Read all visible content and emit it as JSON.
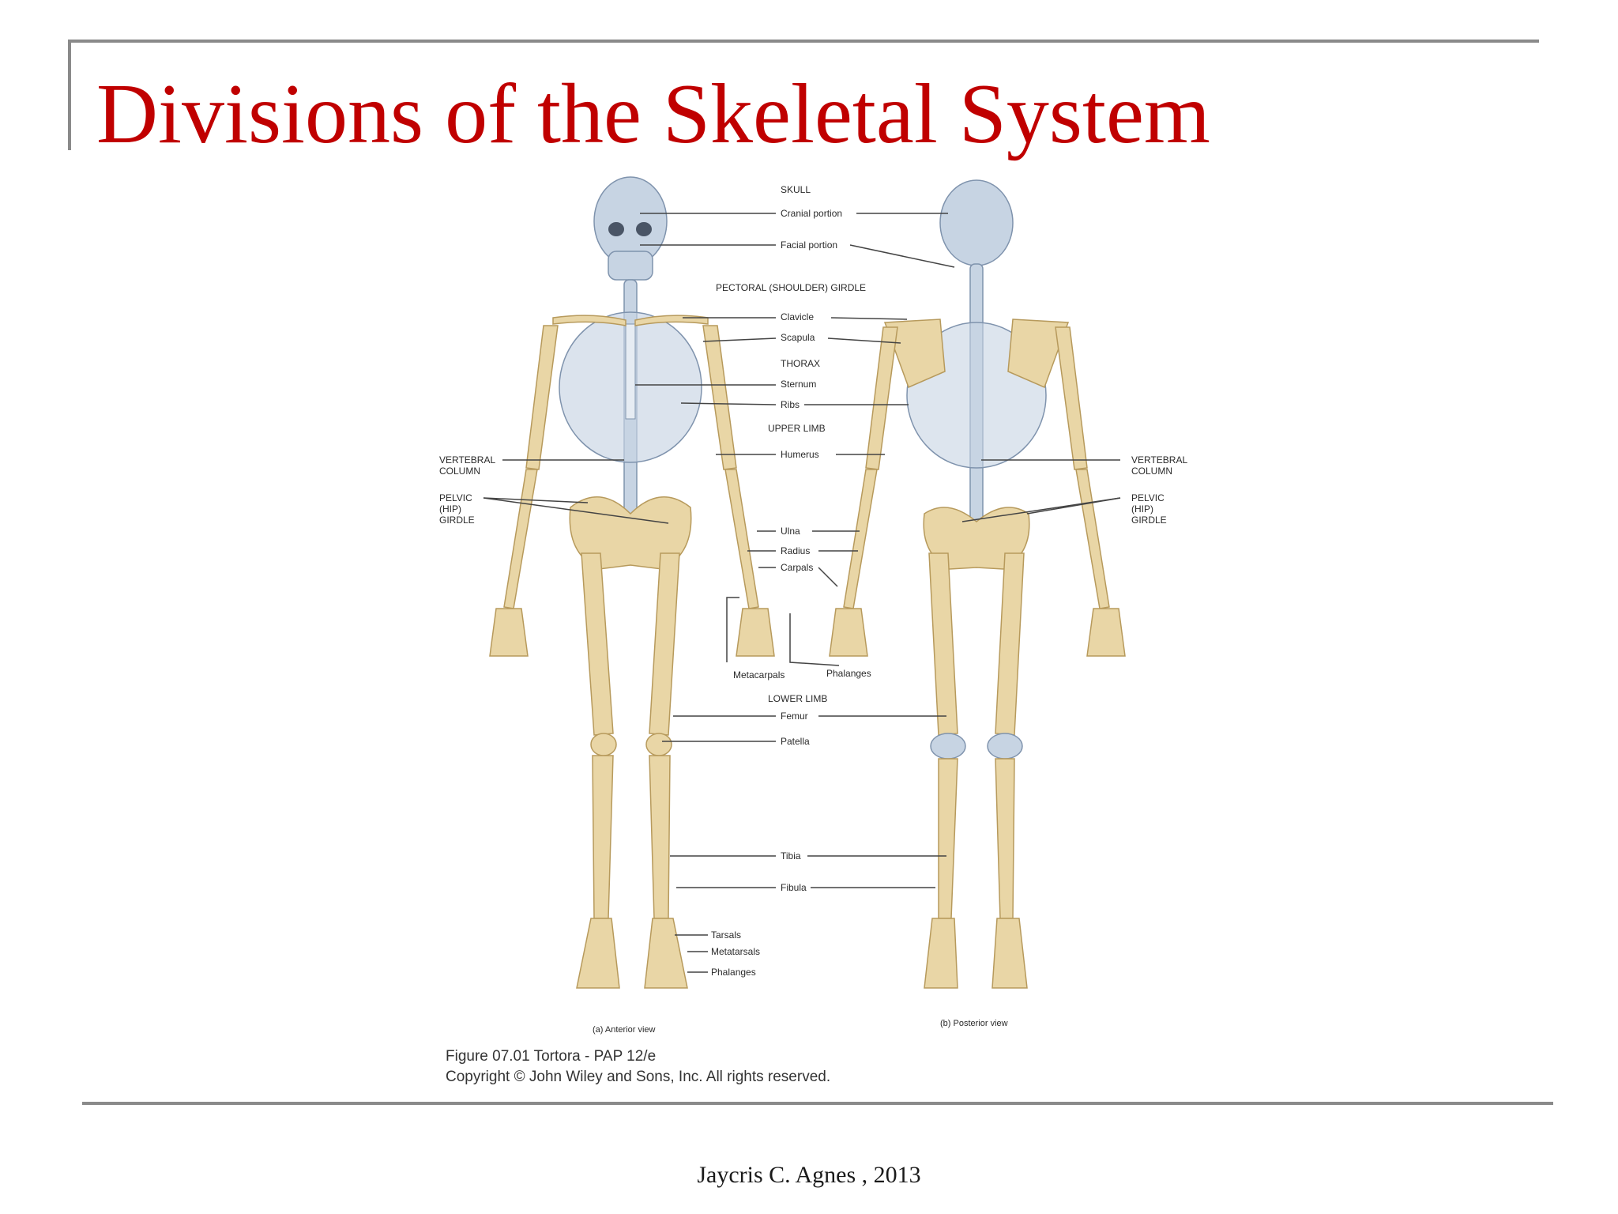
{
  "slide": {
    "title": "Divisions of the Skeletal System",
    "footer": "Jaycris C. Agnes , 2013"
  },
  "figure": {
    "labels": {
      "skull": "SKULL",
      "cranial": "Cranial portion",
      "facial": "Facial portion",
      "pectoral": "PECTORAL (SHOULDER) GIRDLE",
      "clavicle": "Clavicle",
      "scapula": "Scapula",
      "thorax": "THORAX",
      "sternum": "Sternum",
      "ribs": "Ribs",
      "upper_limb": "UPPER LIMB",
      "humerus": "Humerus",
      "ulna": "Ulna",
      "radius": "Radius",
      "carpals": "Carpals",
      "metacarpals": "Metacarpals",
      "phalanges_hand": "Phalanges",
      "lower_limb": "LOWER LIMB",
      "femur": "Femur",
      "patella": "Patella",
      "tibia": "Tibia",
      "fibula": "Fibula",
      "tarsals": "Tarsals",
      "metatarsals": "Metatarsals",
      "phalanges_foot": "Phalanges",
      "vertebral_left_1": "VERTEBRAL",
      "vertebral_left_2": "COLUMN",
      "pelvic_left_1": "PELVIC",
      "pelvic_left_2": "(HIP)",
      "pelvic_left_3": "GIRDLE",
      "vertebral_right_1": "VERTEBRAL",
      "vertebral_right_2": "COLUMN",
      "pelvic_right_1": "PELVIC",
      "pelvic_right_2": "(HIP)",
      "pelvic_right_3": "GIRDLE"
    },
    "captions": {
      "anterior": "(a) Anterior view",
      "posterior": "(b) Posterior view"
    },
    "credit": {
      "line1": "Figure 07.01  Tortora - PAP 12/e",
      "line2": "Copyright © John Wiley and Sons, Inc. All rights reserved."
    }
  }
}
